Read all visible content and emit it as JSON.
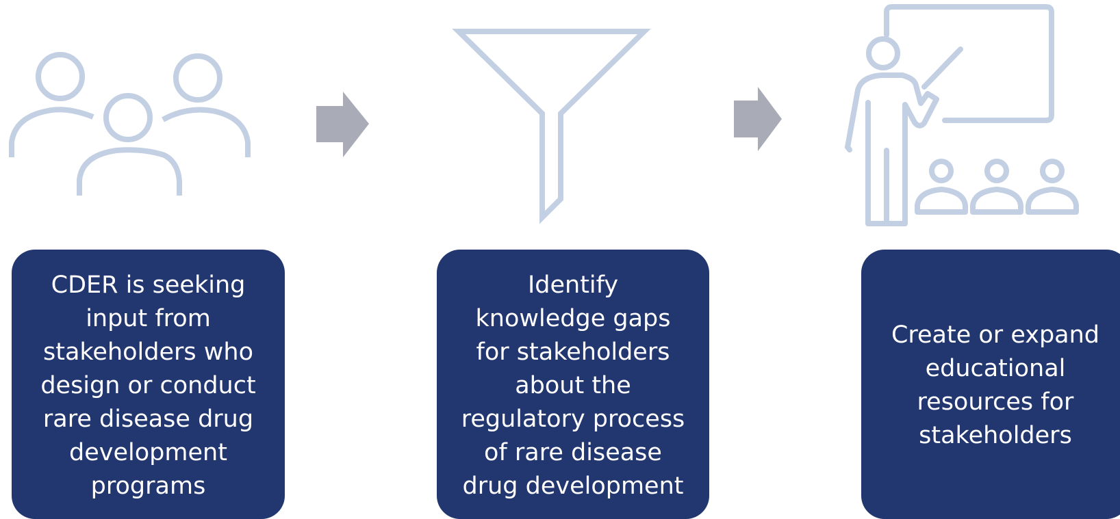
{
  "colors": {
    "icon_stroke": "#c3cfe3",
    "arrow_fill": "#a9acb7",
    "box_fill": "#22366f",
    "box_text": "#ffffff"
  },
  "steps": [
    {
      "icon": "people-group-icon",
      "text": "CDER is seeking\ninput from\nstakeholders who\ndesign or conduct\nrare disease drug\ndevelopment\nprograms"
    },
    {
      "icon": "funnel-icon",
      "text": "Identify\nknowledge gaps\nfor stakeholders\nabout the\nregulatory process\nof rare disease\ndrug development"
    },
    {
      "icon": "teacher-presentation-icon",
      "text": "Create or expand\neducational\nresources for\nstakeholders"
    }
  ],
  "connectors": [
    "arrow-right-icon",
    "arrow-right-icon"
  ]
}
